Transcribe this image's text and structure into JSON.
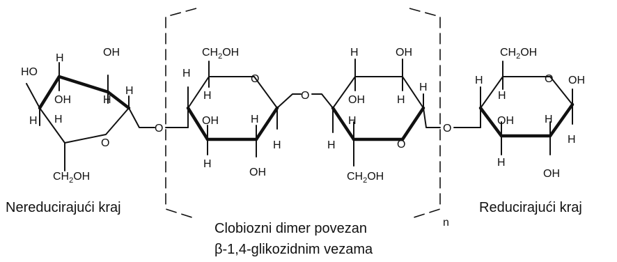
{
  "captions": {
    "left": "Nereducirajući kraj",
    "middle_line1": "Clobiozni dimer povezan",
    "middle_line2": "β-1,4-glikozidnim vezama",
    "right": "Reducirajući kraj"
  },
  "repeat_subscript": "n",
  "atoms": {
    "h": "H",
    "oh": "OH",
    "ho": "HO",
    "o": "O",
    "ch2": "CH",
    "two": "2",
    "ch2_oh": "OH"
  },
  "colors": {
    "ink": "#111111",
    "background": "#ffffff"
  }
}
